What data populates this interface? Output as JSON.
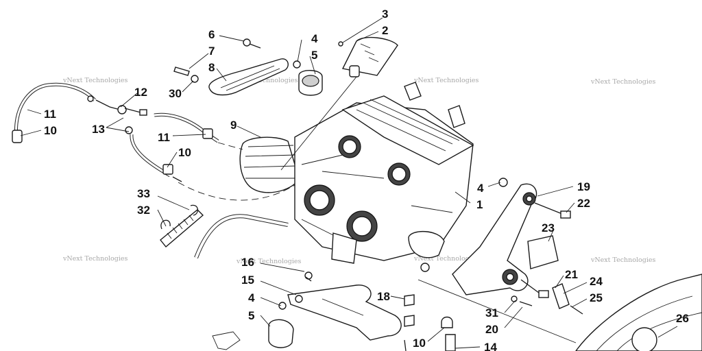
{
  "diagram": {
    "background": "#ffffff",
    "line_color": "#1a1a1a",
    "watermark_color": "#a8a8a8",
    "watermark_text": "vNext Technologies",
    "callouts": [
      {
        "id": "c1",
        "label": "1"
      },
      {
        "id": "c2",
        "label": "2"
      },
      {
        "id": "c3",
        "label": "3"
      },
      {
        "id": "c4a",
        "label": "4"
      },
      {
        "id": "c4b",
        "label": "4"
      },
      {
        "id": "c4c",
        "label": "4"
      },
      {
        "id": "c5a",
        "label": "5"
      },
      {
        "id": "c5b",
        "label": "5"
      },
      {
        "id": "c6",
        "label": "6"
      },
      {
        "id": "c7",
        "label": "7"
      },
      {
        "id": "c8",
        "label": "8"
      },
      {
        "id": "c9",
        "label": "9"
      },
      {
        "id": "c10a",
        "label": "10"
      },
      {
        "id": "c10b",
        "label": "10"
      },
      {
        "id": "c10c",
        "label": "10"
      },
      {
        "id": "c11a",
        "label": "11"
      },
      {
        "id": "c11b",
        "label": "11"
      },
      {
        "id": "c12",
        "label": "12"
      },
      {
        "id": "c13",
        "label": "13"
      },
      {
        "id": "c14",
        "label": "14"
      },
      {
        "id": "c15",
        "label": "15"
      },
      {
        "id": "c16",
        "label": "16"
      },
      {
        "id": "c18",
        "label": "18"
      },
      {
        "id": "c19",
        "label": "19"
      },
      {
        "id": "c20",
        "label": "20"
      },
      {
        "id": "c21",
        "label": "21"
      },
      {
        "id": "c22",
        "label": "22"
      },
      {
        "id": "c23",
        "label": "23"
      },
      {
        "id": "c24",
        "label": "24"
      },
      {
        "id": "c25",
        "label": "25"
      },
      {
        "id": "c26",
        "label": "26"
      },
      {
        "id": "c30",
        "label": "30"
      },
      {
        "id": "c31",
        "label": "31"
      },
      {
        "id": "c32",
        "label": "32"
      },
      {
        "id": "c33",
        "label": "33"
      }
    ]
  }
}
